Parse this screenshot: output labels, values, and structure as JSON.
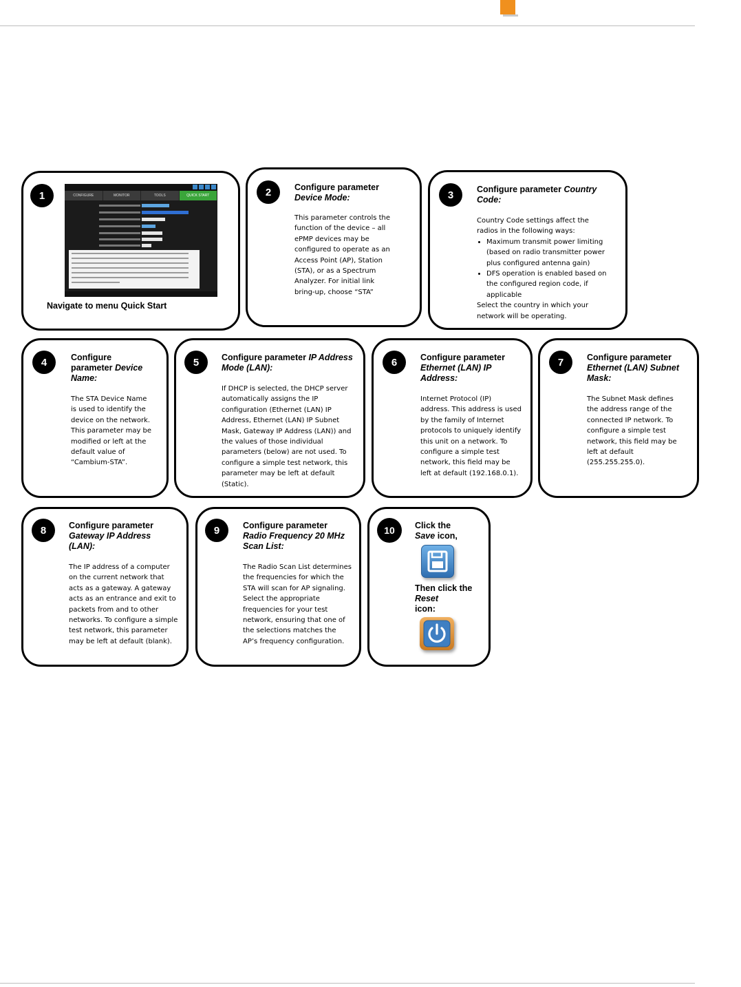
{
  "steps": [
    {
      "number": "1",
      "caption": "Navigate to menu Quick Start"
    },
    {
      "number": "2",
      "title_plain": "Configure parameter",
      "title_italic": "Device Mode:",
      "body": "This parameter controls the function of the device – all ePMP devices may be configured to operate as an Access Point (AP), Station (STA), or as a Spectrum Analyzer.  For initial link bring-up, choose “STA”"
    },
    {
      "number": "3",
      "title_plain": "Configure parameter",
      "title_italic": "Country Code:",
      "body_intro": "Country Code settings affect the radios in the following ways:",
      "bullets": [
        "Maximum transmit power limiting (based on radio transmitter power plus configured antenna gain)",
        "DFS operation is enabled based on the configured region code, if applicable"
      ],
      "body_outro": "Select the country in which your network will be operating."
    },
    {
      "number": "4",
      "title_plain": "Configure parameter",
      "title_italic": "Device Name:",
      "body": "The STA Device Name is used to identify the device on the network.  This parameter may be modified or left at the default value of “Cambium-STA”."
    },
    {
      "number": "5",
      "title_plain": "Configure parameter",
      "title_italic": "IP Address Mode (LAN):",
      "body": "If DHCP is selected, the DHCP server automatically assigns the IP configuration (Ethernet (LAN) IP Address, Ethernet (LAN) IP Subnet Mask, Gateway IP Address (LAN)) and the values of those individual parameters (below) are not used.  To configure a simple test network, this parameter may be left at default (Static)."
    },
    {
      "number": "6",
      "title_plain": "Configure parameter",
      "title_italic": "Ethernet (LAN) IP Address:",
      "body": "Internet Protocol (IP) address. This address is used by the family of Internet protocols to uniquely identify this unit on a network.  To configure a simple test network, this field may be left at default (192.168.0.1)."
    },
    {
      "number": "7",
      "title_plain": "Configure parameter",
      "title_italic": "Ethernet (LAN) Subnet Mask:",
      "body": "The Subnet Mask defines the address range of the connected IP network.  To configure a simple test network, this field may be left at default (255.255.255.0)."
    },
    {
      "number": "8",
      "title_plain": "Configure parameter",
      "title_italic": "Gateway IP Address (LAN):",
      "body": "The IP address of a computer on the current network that acts as a gateway. A gateway acts as an entrance and exit to packets from and to other networks.  To configure a simple test network, this parameter may be left at default (blank)."
    },
    {
      "number": "9",
      "title_plain": "Configure parameter",
      "title_italic": "Radio Frequency 20 MHz Scan List:",
      "body": "The Radio Scan List determines the frequencies for which the STA will scan for AP signaling.  Select the appropriate frequencies for your test network, ensuring that one of the selections matches the AP’s frequency configuration."
    },
    {
      "number": "10",
      "click_plain": "Click the",
      "click_italic": "Save",
      "click_suffix": "icon,",
      "then_plain": "Then click the",
      "then_italic": "Reset",
      "then_suffix": "icon:"
    }
  ],
  "thumbnail": {
    "menu_tabs": [
      "CONFIGURE",
      "MONITOR",
      "TOOLS",
      "QUICK START"
    ]
  },
  "colors": {
    "accent": "#f0901e",
    "active_tab": "#3aa53a",
    "save_icon": "#3a87c9",
    "reset_icon": "#e0952f"
  }
}
